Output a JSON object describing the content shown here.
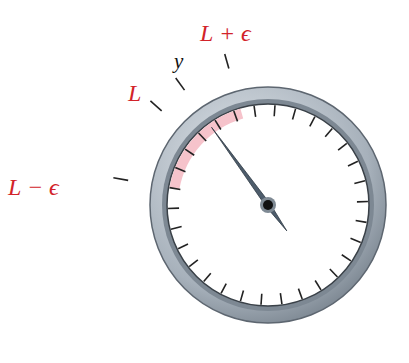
{
  "diagram": {
    "labels": [
      "L − ϵ",
      "L",
      "y",
      "L + ϵ"
    ]
  }
}
